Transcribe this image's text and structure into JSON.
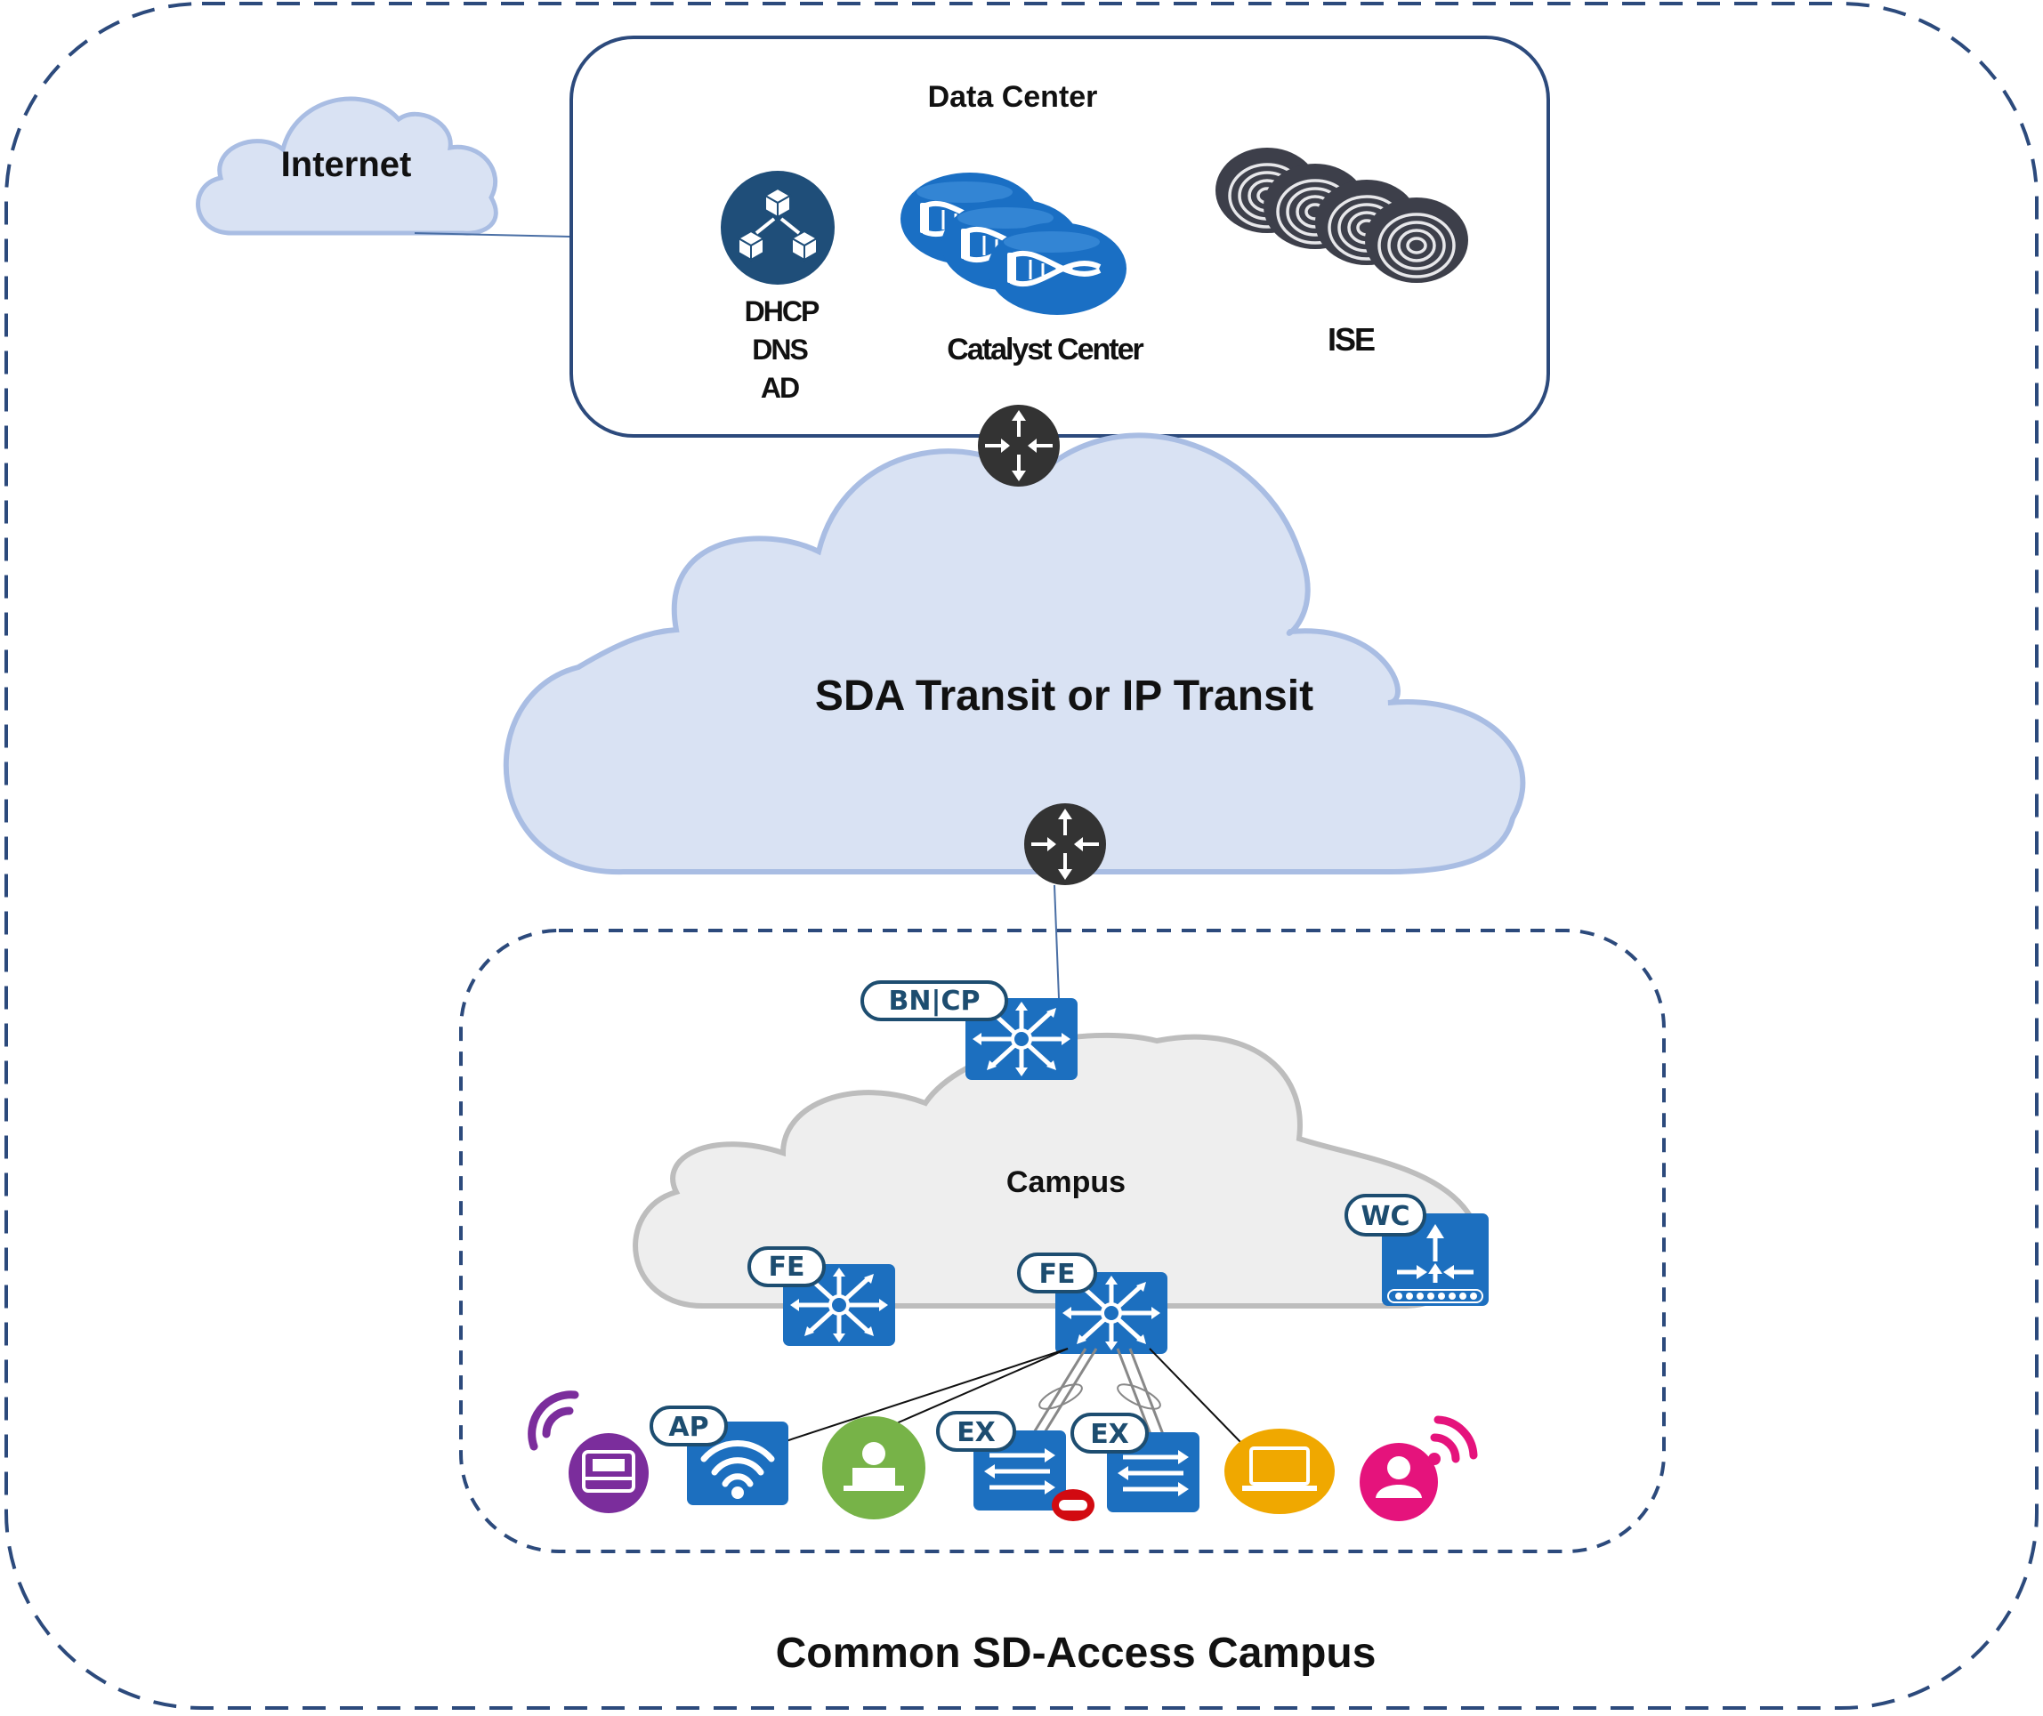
{
  "frame": {
    "label": "Common SD-Access Campus"
  },
  "internet": {
    "label": "Internet"
  },
  "data_center": {
    "title": "Data Center",
    "services": {
      "lines": [
        "DHCP",
        "DNS",
        "AD"
      ]
    },
    "catalyst_center": {
      "label": "Catalyst Center"
    },
    "ise": {
      "label": "ISE"
    }
  },
  "transit": {
    "label": "SDA Transit or IP Transit"
  },
  "campus": {
    "label": "Campus",
    "tags": {
      "bncp": "BN|CP",
      "fe_left": "FE",
      "fe_center": "FE",
      "wc": "WC",
      "ap": "AP",
      "ex_left": "EX",
      "ex_right": "EX"
    }
  },
  "colors": {
    "frame_dash": "#2c4a7c",
    "transit_cloud_fill": "#d9e2f3",
    "transit_cloud_stroke": "#a9bde3",
    "campus_cloud_fill": "#eeeeee",
    "switch_blue": "#1c6fbf",
    "router_dark": "#333333",
    "services_navy": "#1f4e79",
    "printer_purple": "#7b2d9c",
    "user_green": "#77b348",
    "laptop_orange": "#f0a800",
    "wireless_user_pink": "#e5137c",
    "tag_outline": "#1d4d70"
  },
  "icons": {
    "services": "network-services-icon",
    "catalyst_center": "catalyst-center-icon",
    "ise": "ise-fingerprint-icon",
    "router": "router-icon",
    "switch": "layer3-switch-icon",
    "wlc": "wireless-controller-icon",
    "ap": "access-point-icon",
    "ex": "extended-node-switch-icon",
    "printer": "wireless-printer-icon",
    "user": "user-laptop-icon",
    "laptop": "laptop-icon",
    "wireless_user": "wireless-user-icon"
  }
}
